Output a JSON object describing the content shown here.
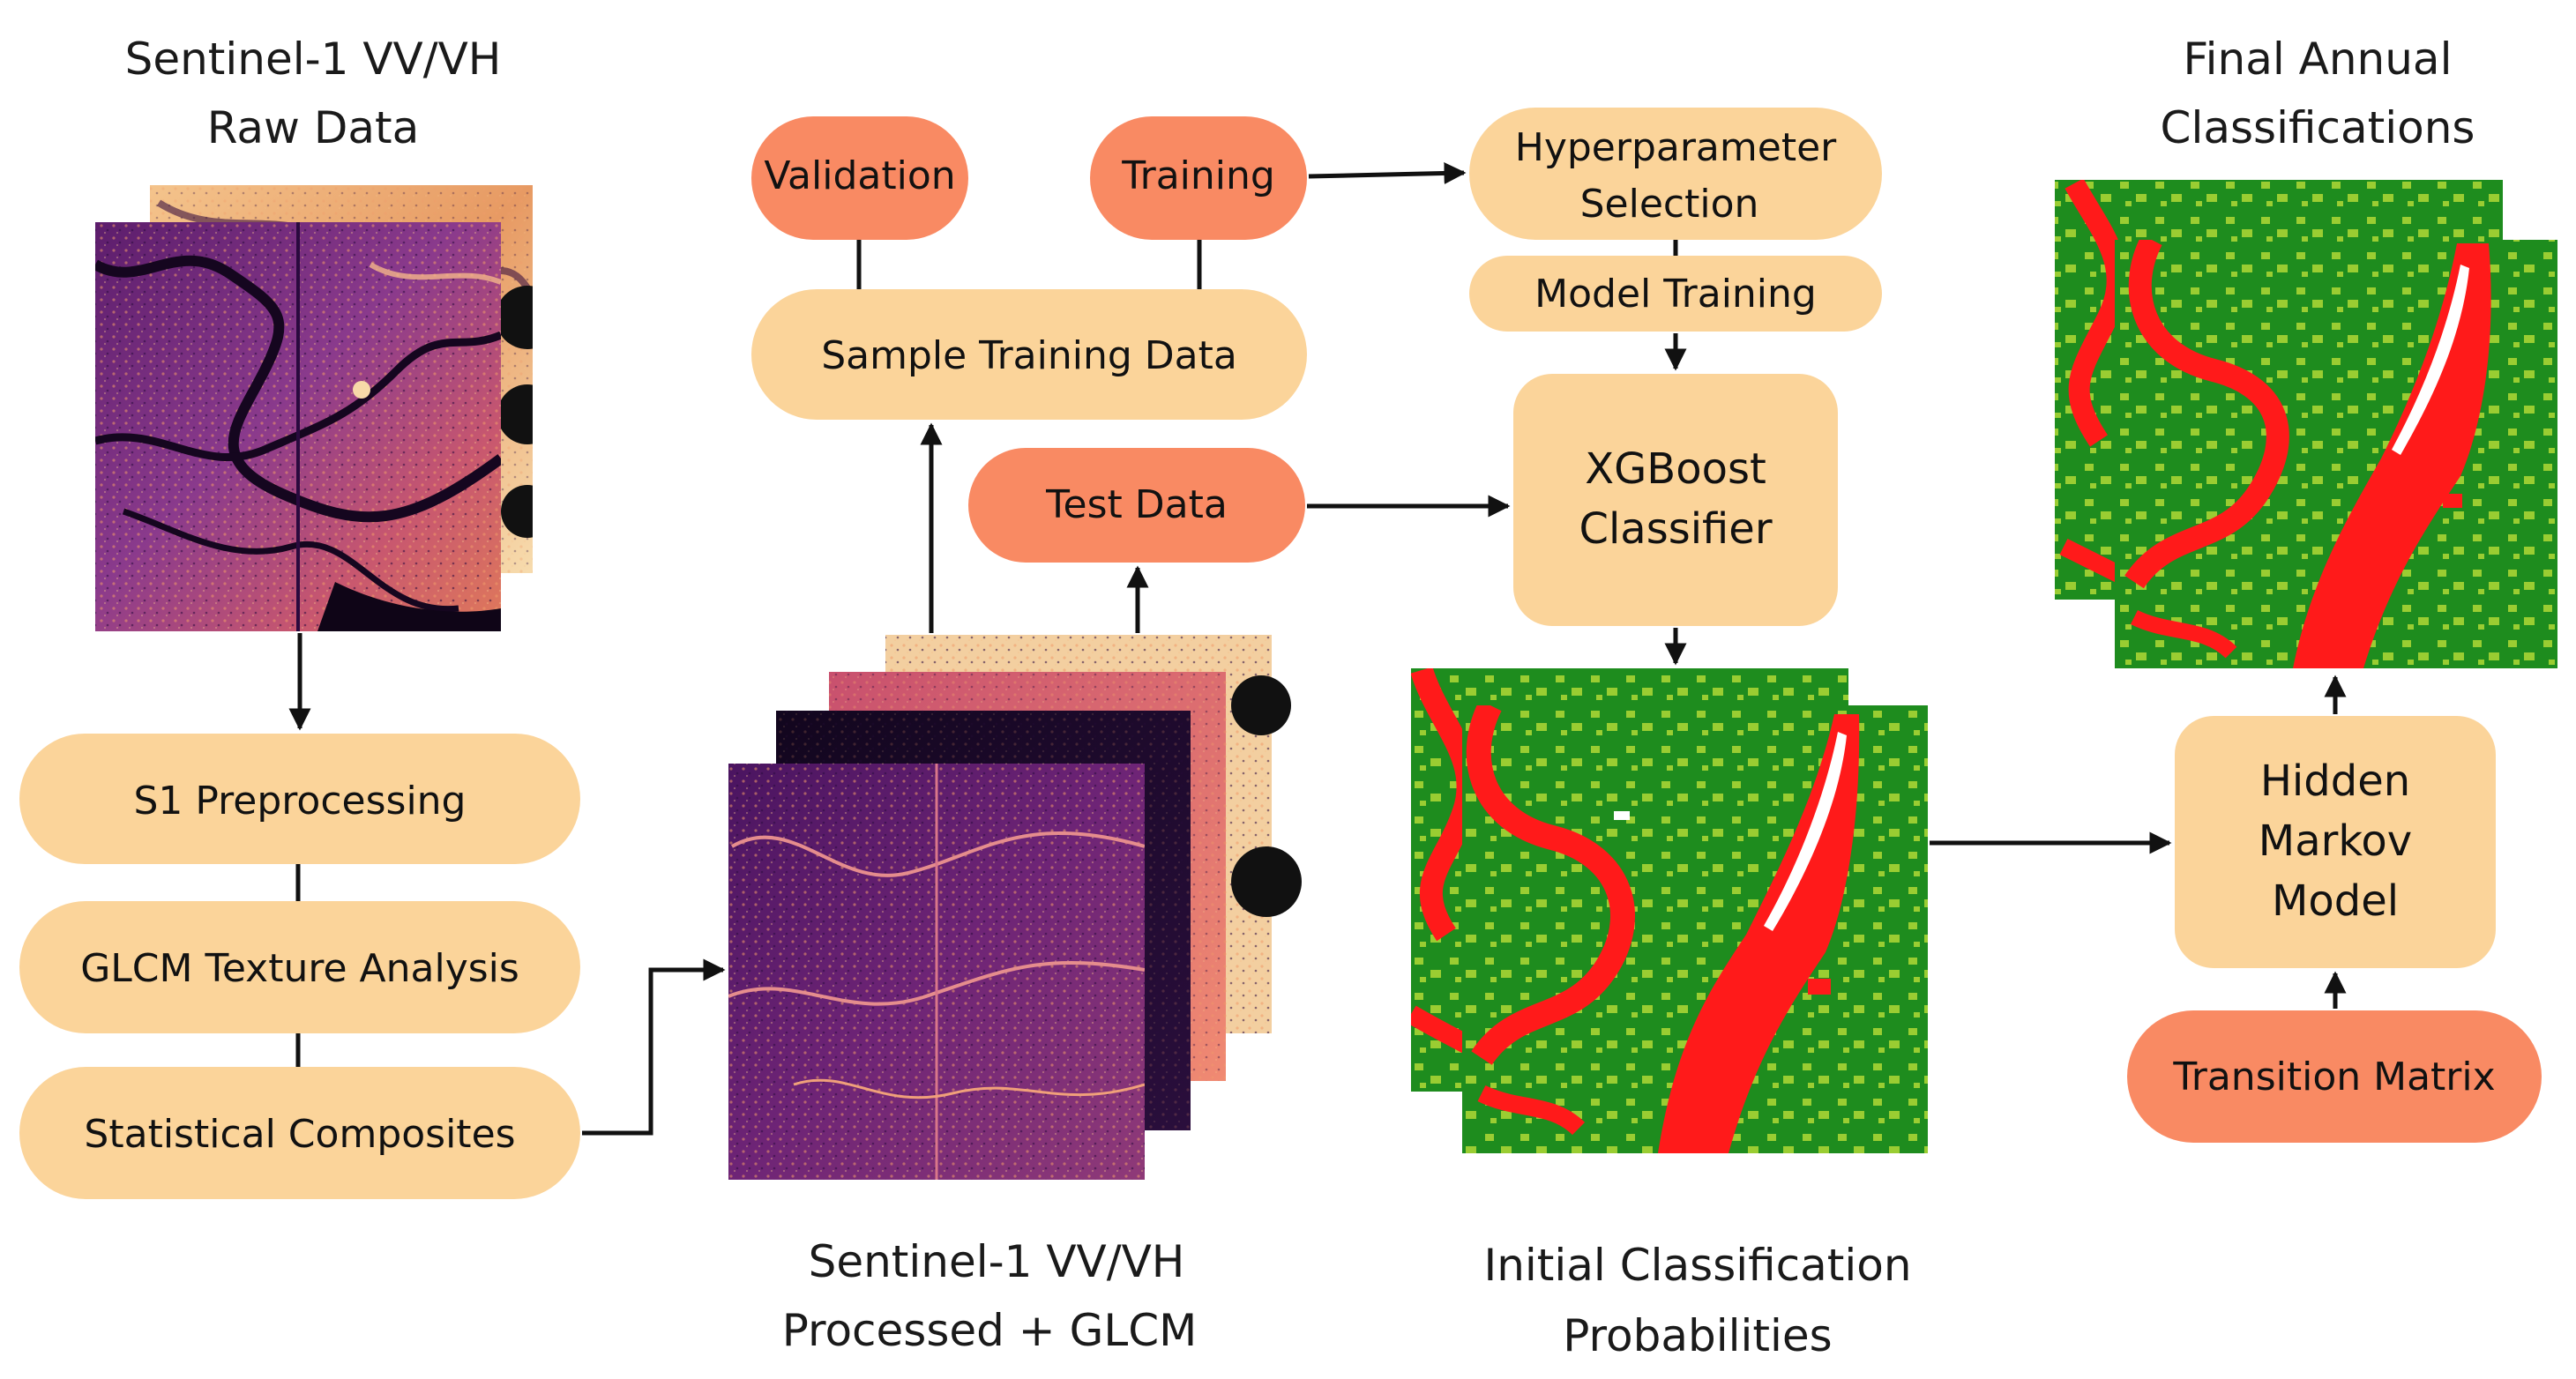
{
  "colors": {
    "light_box": "#FBD49A",
    "dark_box": "#F98A63",
    "arrow": "#111111",
    "sar_dark": "#2a0a3e",
    "sar_mid": "#7e2a86",
    "sar_light": "#e2784f",
    "sar_pale": "#f7d9a8",
    "class_green": "#1e8c1e",
    "class_light_green": "#9acd32",
    "class_red": "#ff1a1a",
    "class_white": "#ffffff"
  },
  "captions": {
    "raw_data": [
      "Sentinel-1 VV/VH",
      "Raw Data"
    ],
    "processed": [
      "Sentinel-1 VV/VH",
      "Processed + GLCM"
    ],
    "initial": [
      "Initial Classification",
      "Probabilities"
    ],
    "final": [
      "Final Annual",
      "Classifications"
    ]
  },
  "boxes": {
    "s1_preprocessing": "S1 Preprocessing",
    "glcm_texture": "GLCM Texture Analysis",
    "statistical_composites": "Statistical Composites",
    "validation": "Validation",
    "training": "Training",
    "sample_training_data": "Sample Training Data",
    "test_data": "Test Data",
    "hyperparameter_selection": [
      "Hyperparameter",
      "Selection"
    ],
    "model_training": "Model Training",
    "xgboost_classifier": [
      "XGBoost",
      "Classifier"
    ],
    "hidden_markov_model": [
      "Hidden",
      "Markov",
      "Model"
    ],
    "transition_matrix": "Transition Matrix"
  },
  "images": {
    "raw_stack": "sar-raw-image-stack",
    "processed_stack": "sar-processed-glcm-stack",
    "initial_stack": "initial-classification-stack",
    "final_stack": "final-classification-stack"
  }
}
